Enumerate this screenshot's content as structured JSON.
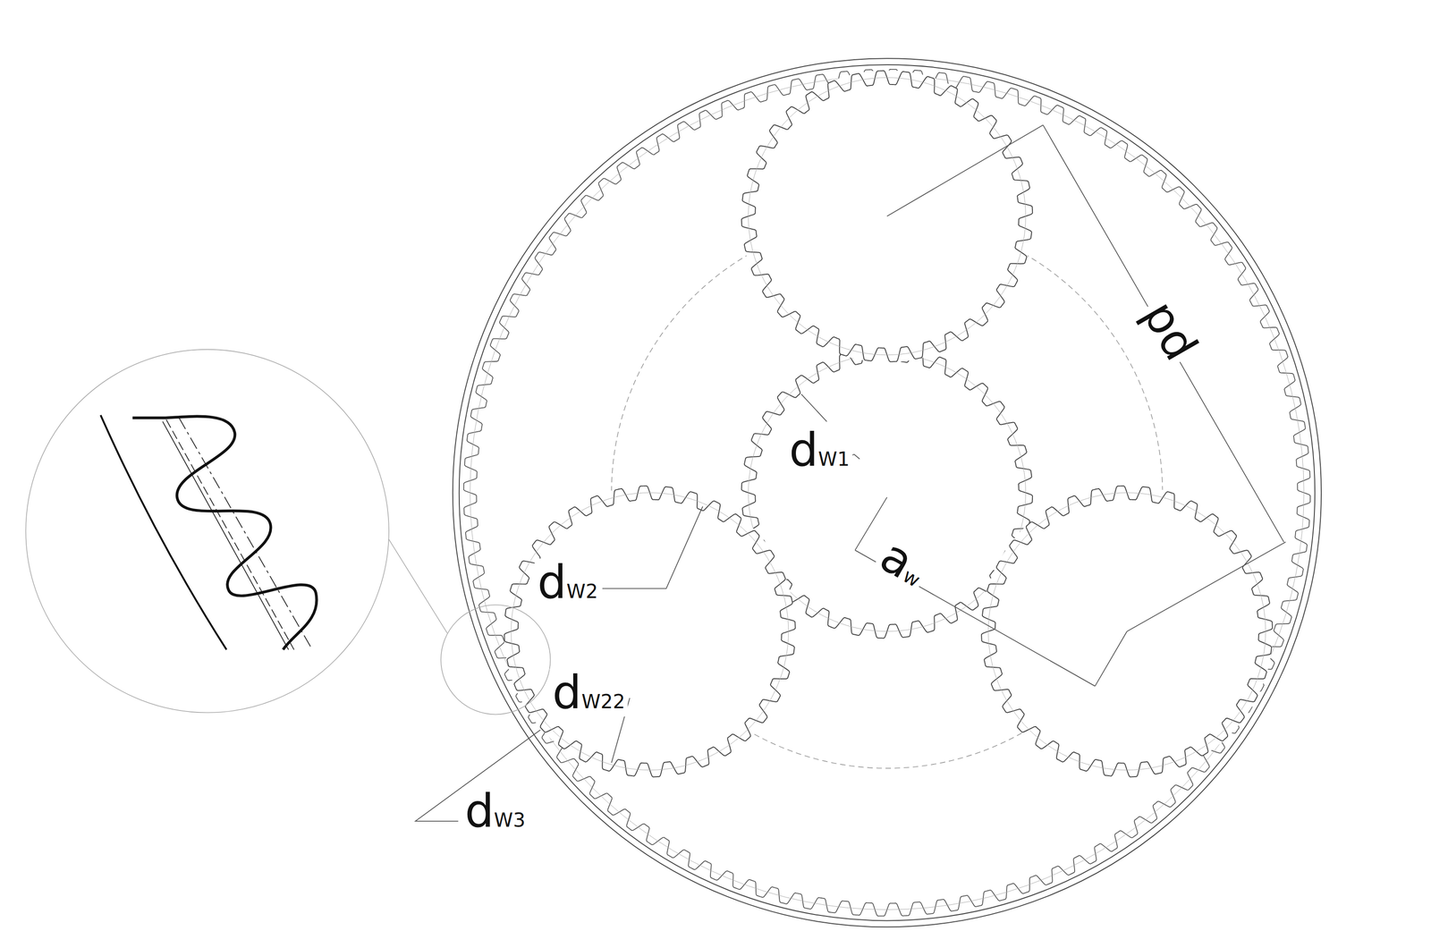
{
  "diagram": {
    "labels": [
      "pd",
      "dW1",
      "aw",
      "dW2",
      "dW22",
      "dW3"
    ]
  }
}
